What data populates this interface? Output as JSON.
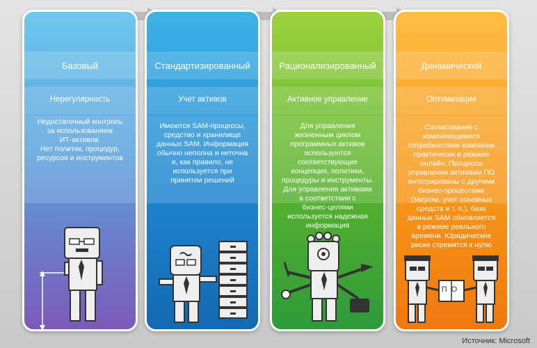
{
  "stages": [
    {
      "title": "Базовый",
      "subtitle": "Нерегулярность",
      "description": "Недостаточный контроль\nза использованием\nИТ-активов.\nНет политик, процедур,\nресурсов и инструментов"
    },
    {
      "title": "Стандартизированный",
      "subtitle": "Учет активов",
      "description": "Имеются SAM-процессы,\nсредство и хранилище\nданных SAM. Информация\nобычно неполна и неточна\nи, как правило, не\nиспользуется при\nпринятии решений"
    },
    {
      "title": "Рационализированный",
      "subtitle": "Активное управление",
      "description": "Для управления\nжизненным циклом\nпрограммных активов\nиспользуются\nсоответствующие\nконцепция, политики,\nпроцедуры и инструменты.\nДля управления активами\nв соответствии с\nбизнес-целями\nиспользуется надежная\nинформация"
    },
    {
      "title": "Динамический",
      "subtitle": "Оптимизация",
      "description": "Согласование с\nизменяющимися\nпотребностями компании\nпрактически в режиме\nонлайн. Процессы\nуправления активами ПО\nинтегрированы с другими\nбизнес-процессами\n(закупки, учет основных\nсредств и т. п.), база\nданных SAM обновляется\nв режиме реального\nвремени. Юридические\nриски стремятся к нулю"
    }
  ],
  "source": "Источник: Microsoft",
  "box_label": "ПО",
  "colors": {
    "basic": "#5aa0dc",
    "standard": "#1f86cf",
    "rational": "#58b22e",
    "dynamic": "#f7971a"
  }
}
